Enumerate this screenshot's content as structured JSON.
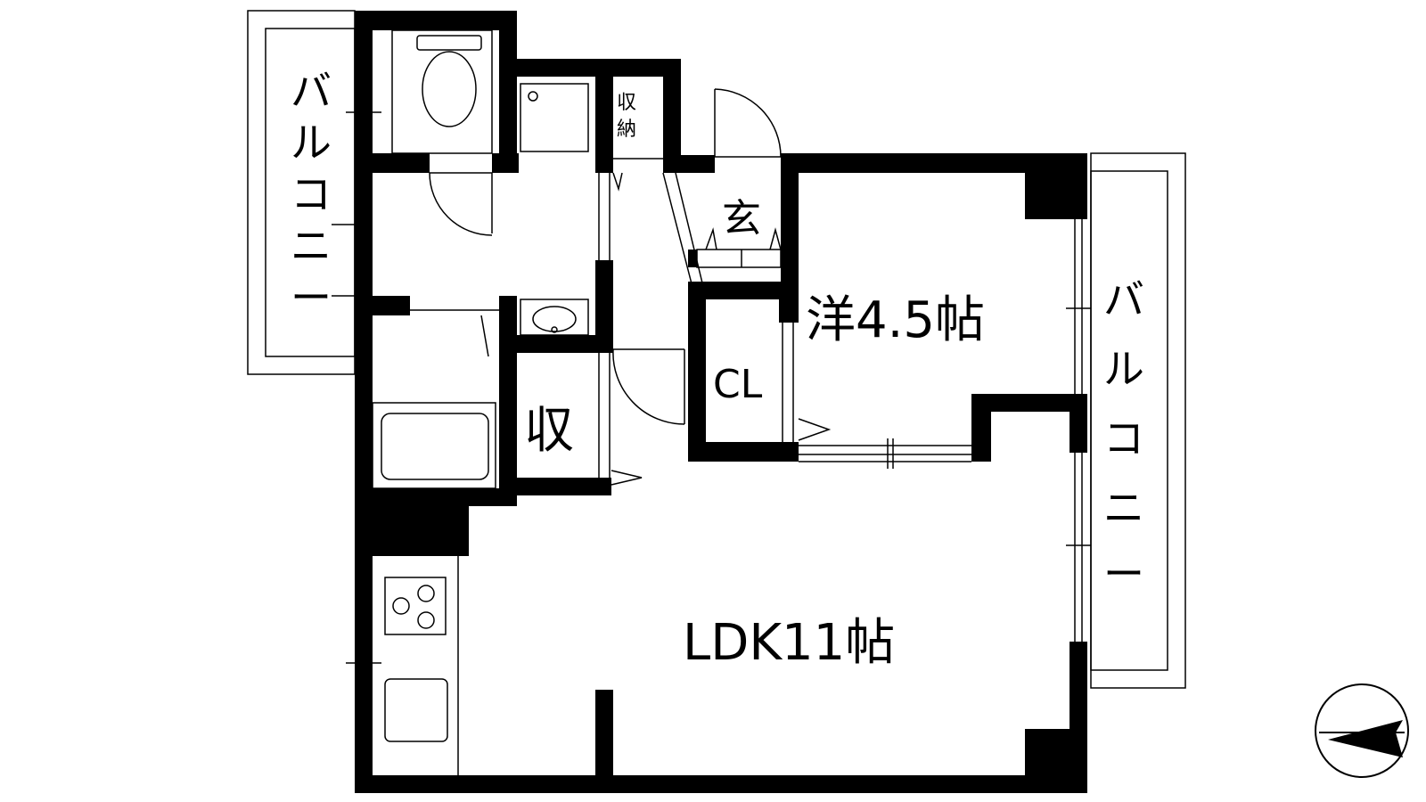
{
  "rooms": {
    "ldk": "LDK11帖",
    "western": "洋4.5帖",
    "closet": "CL",
    "storage_small": "収",
    "storage_top_line1": "収",
    "storage_top_line2": "納",
    "entrance": "玄"
  },
  "balconies": {
    "left": [
      "バ",
      "ル",
      "コ",
      "ニ",
      "ー"
    ],
    "right": [
      "バ",
      "ル",
      "コ",
      "ニ",
      "ー"
    ]
  },
  "icons": {
    "compass": "compass-icon",
    "toilet": "toilet-icon",
    "stove": "stove-icon",
    "sink": "sink-icon",
    "bathtub": "bathtub-icon",
    "washbasin": "washbasin-icon"
  },
  "colors": {
    "wall": "#000000",
    "background": "#ffffff"
  }
}
